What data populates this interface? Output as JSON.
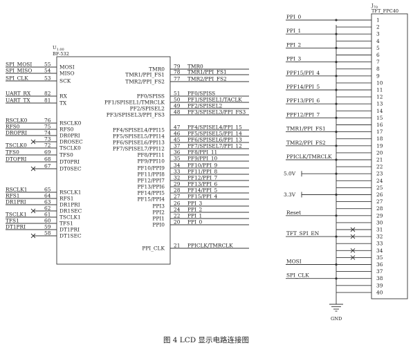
{
  "caption": "图 4   LCD 显示电路连接图",
  "ic": {
    "designator": "U",
    "designator_sub": "1.00",
    "part": "BF-532",
    "left_pins": [
      {
        "net": "SPI_MOSI",
        "num": "55",
        "name": "MOSI"
      },
      {
        "net": "SPI_MISO",
        "num": "54",
        "name": "MISO"
      },
      {
        "net": "SPI_CLK",
        "num": "53",
        "name": "SCK"
      },
      {
        "net": "UART_RX",
        "num": "82",
        "name": "RX"
      },
      {
        "net": "UART_TX",
        "num": "81",
        "name": "TX"
      },
      {
        "net": "RSCLK0",
        "num": "76",
        "name": "RSCLK0"
      },
      {
        "net": "RFS0",
        "num": "75",
        "name": "RFS0"
      },
      {
        "net": "DROPRI",
        "num": "74",
        "name": "DR0PRI"
      },
      {
        "net": "",
        "num": "73",
        "name": "DROSEC"
      },
      {
        "net": "TSCLK0",
        "num": "72",
        "name": "TSCLK0"
      },
      {
        "net": "TFS0",
        "num": "69",
        "name": "TFS0"
      },
      {
        "net": "DTOPRI",
        "num": "68",
        "name": "DT0PRI"
      },
      {
        "net": "",
        "num": "67",
        "name": "DT0SEC"
      },
      {
        "net": "RSCLK1",
        "num": "65",
        "name": "RSCLK1"
      },
      {
        "net": "RFS1",
        "num": "64",
        "name": "RFS1"
      },
      {
        "net": "DR1PRI",
        "num": "63",
        "name": "DR1PRI"
      },
      {
        "net": "",
        "num": "62",
        "name": "DR1SEC"
      },
      {
        "net": "TSCLK1",
        "num": "61",
        "name": "TSCLK1"
      },
      {
        "net": "TFS1",
        "num": "60",
        "name": "TFS1"
      },
      {
        "net": "DT1PRI",
        "num": "59",
        "name": "DT1PRI"
      },
      {
        "net": "",
        "num": "58",
        "name": "DT1SEC"
      }
    ],
    "right_pins": [
      {
        "name": "TMR0",
        "num": "79",
        "net": "TMR0"
      },
      {
        "name": "TMR1/PPI_FS1",
        "num": "78",
        "net": "TMR1/PPI_FS1"
      },
      {
        "name": "TMR2/PPI_FS2",
        "num": "77",
        "net": "TMR2/PPI_FS2"
      },
      {
        "name": "PF0/SPISS",
        "num": "51",
        "net": "PF0/SPISS"
      },
      {
        "name": "PF1/SPISEL1/TMRCLK",
        "num": "50",
        "net": "PF1/SPISEL1/TACLK"
      },
      {
        "name": "PF2/SPISEL2",
        "num": "49",
        "net": "PF2/SPISEL2"
      },
      {
        "name": "PF3/SPISEL3/PPI_FS3",
        "num": "48",
        "net": "PF3/SPISEL3/PPI_FS3"
      },
      {
        "name": "PF4/SPISEL4/PPI15",
        "num": "47",
        "net": "PF4/SPISEL4/PPI_15"
      },
      {
        "name": "PF5/SPISEL5/PPI14",
        "num": "46",
        "net": "PF5/SPISEL5/PPI_14"
      },
      {
        "name": "PF6/SPISEL6/PPI13",
        "num": "45",
        "net": "PF6/SPISEL6/PPI_13"
      },
      {
        "name": "PF7/SPISEL7/PPI12",
        "num": "37",
        "net": "PF7/SPISEL7/PPI_12"
      },
      {
        "name": "PF8/PPI11",
        "num": "36",
        "net": "PF8/PPI_11"
      },
      {
        "name": "PF9/PPI10",
        "num": "35",
        "net": "PF9/PPI_10"
      },
      {
        "name": "PF10/PPI9",
        "num": "34",
        "net": "PF10/PPI_9"
      },
      {
        "name": "PF11/PPI8",
        "num": "33",
        "net": "PF11/PPI_8"
      },
      {
        "name": "PF12/PPI7",
        "num": "32",
        "net": "PF12/PPI_7"
      },
      {
        "name": "PF13/PPI6",
        "num": "29",
        "net": "PF13/PPI_6"
      },
      {
        "name": "PF14/PPI5",
        "num": "28",
        "net": "PF14/PPI_5"
      },
      {
        "name": "PF15/PPI4",
        "num": "27",
        "net": "PF15/PPI_4"
      },
      {
        "name": "PPI3",
        "num": "26",
        "net": "PPI_3"
      },
      {
        "name": "PPI2",
        "num": "24",
        "net": "PPI_2"
      },
      {
        "name": "PPI1",
        "num": "22",
        "net": "PPI_1"
      },
      {
        "name": "PPI0",
        "num": "20",
        "net": "PPI_0"
      },
      {
        "name": "PPI_CLK",
        "num": "21",
        "net": "PPICLK/TMRCLK"
      }
    ]
  },
  "connector": {
    "designator": "J",
    "designator_sub": "70",
    "part": "TFT_FPC40",
    "pin_numbers": [
      "1",
      "2",
      "3",
      "4",
      "5",
      "6",
      "7",
      "8",
      "9",
      "10",
      "11",
      "12",
      "13",
      "14",
      "15",
      "16",
      "17",
      "18",
      "19",
      "20",
      "21",
      "22",
      "23",
      "24",
      "25",
      "26",
      "27",
      "28",
      "29",
      "30",
      "31",
      "32",
      "33",
      "34",
      "35",
      "36",
      "37",
      "38",
      "39",
      "40"
    ],
    "nets": [
      {
        "label": "PPI_0",
        "pin": 1
      },
      {
        "label": "PPI_1",
        "pin": 3
      },
      {
        "label": "PPI_2",
        "pin": 5
      },
      {
        "label": "PPI_3",
        "pin": 7
      },
      {
        "label": "PPF15/PPI_4",
        "pin": 9
      },
      {
        "label": "PPF14/PPI_5",
        "pin": 11
      },
      {
        "label": "PPF13/PPI_6",
        "pin": 13
      },
      {
        "label": "PPF12/PPI_7",
        "pin": 15
      },
      {
        "label": "TMR1/PPI_FS1",
        "pin": 17
      },
      {
        "label": "TMR2/PPI_FS2",
        "pin": 19
      },
      {
        "label": "PPICLK/TMRCLK",
        "pin": 21
      },
      {
        "label": "5.0V",
        "pin": 23
      },
      {
        "label": "3.3V",
        "pin": 26
      },
      {
        "label": "Reset",
        "pin": 29
      },
      {
        "label": "TFT_SPI_EN",
        "pin": 32
      },
      {
        "label": "MOSI",
        "pin": 36
      },
      {
        "label": "SPI_CLK",
        "pin": 38
      }
    ],
    "ground_label": "GND"
  }
}
